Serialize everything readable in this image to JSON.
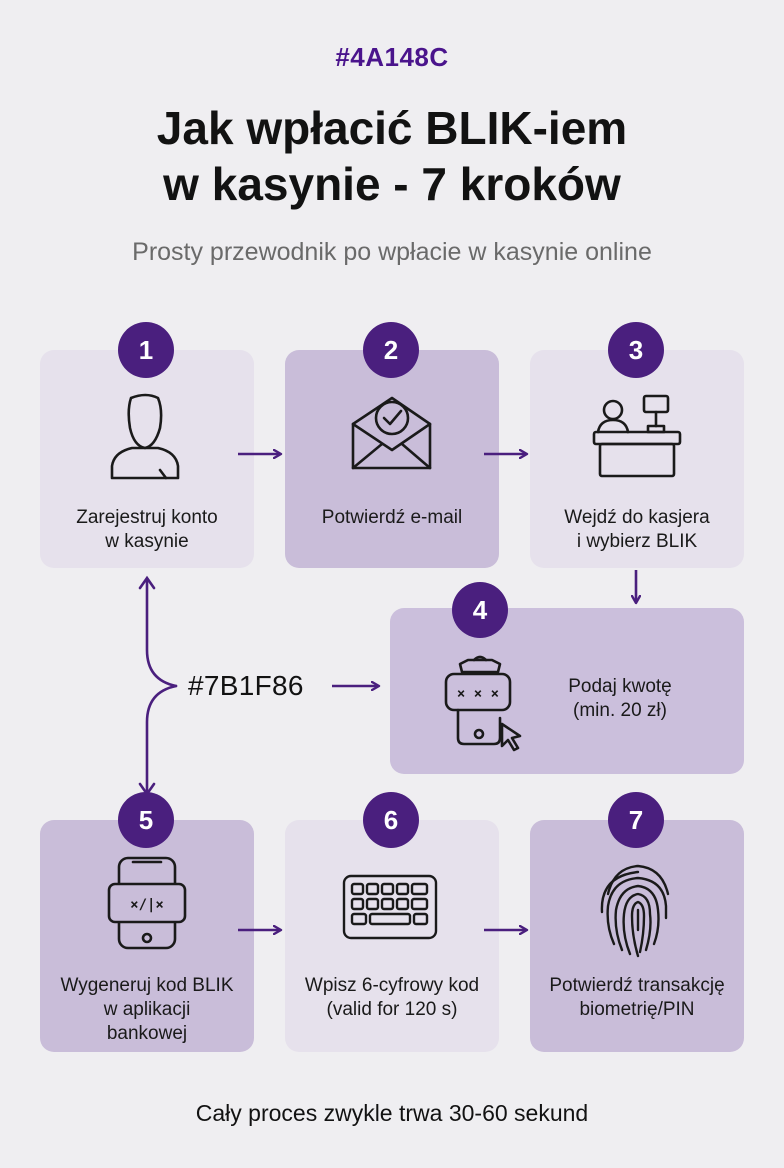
{
  "header": {
    "tag": "#4A148C",
    "title_line1": "Jak wpłacić BLIK-iem",
    "title_line2": "w kasynie - 7 kroków",
    "subtitle": "Prosty przewodnik po wpłacie w kasynie online"
  },
  "steps": [
    {
      "number": "1",
      "line1": "Zarejestruj konto",
      "line2": "w kasynie",
      "line3": "",
      "icon": "user-icon"
    },
    {
      "number": "2",
      "line1": "Potwierdź e-mail",
      "line2": "",
      "line3": "",
      "icon": "envelope-check-icon"
    },
    {
      "number": "3",
      "line1": "Wejdź do kasjera",
      "line2": "i wybierz BLIK",
      "line3": "",
      "icon": "cashier-icon"
    },
    {
      "number": "4",
      "line1": "Podaj kwotę",
      "line2": "(min. 20 zł)",
      "line3": "",
      "icon": "money-bag-phone-icon"
    },
    {
      "number": "5",
      "line1": "Wygeneruj kod BLIK",
      "line2": "w aplikacji",
      "line3": "bankowej",
      "icon": "phone-code-icon"
    },
    {
      "number": "6",
      "line1": "Wpisz 6-cyfrowy kod",
      "line2": "(valid for 120 s)",
      "line3": "",
      "icon": "keyboard-icon"
    },
    {
      "number": "7",
      "line1": "Potwierdź transakcję",
      "line2": "biometrię/PIN",
      "line3": "",
      "icon": "fingerprint-icon"
    }
  ],
  "center_label": "#7B1F86",
  "footer": "Cały proces zwykle trwa 30-60 sekund",
  "colors": {
    "accent": "#4a1f7e",
    "card_light": "#e6e1ec",
    "card_mid": "#c9bdd9",
    "arrow": "#4a1f7e"
  }
}
